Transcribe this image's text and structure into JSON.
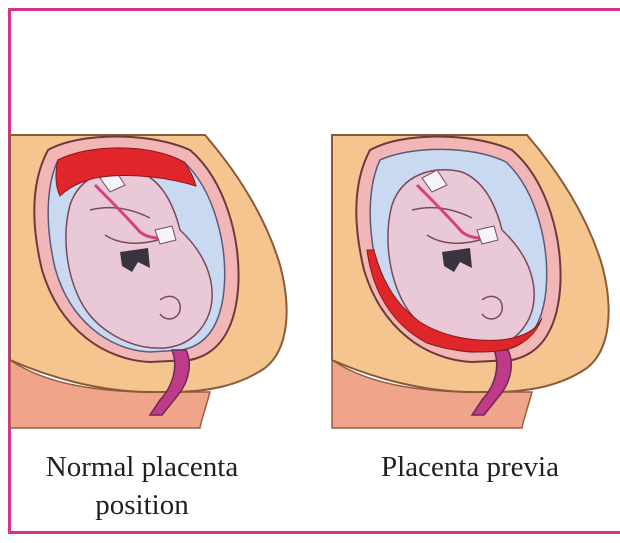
{
  "figure": {
    "frame_color": "#d6338f",
    "panels": [
      {
        "caption_line1": "Normal placenta",
        "caption_line2": "position",
        "placenta_location": "upper uterine wall (fundus)"
      },
      {
        "caption_line1": "Placenta previa",
        "caption_line2": "",
        "placenta_location": "lower uterine segment over cervix"
      }
    ],
    "colors": {
      "body": "#f4c58e",
      "body_outline": "#8a5a3a",
      "uterus_wall": "#f3b6b6",
      "amniotic_fluid": "#c9d9f2",
      "placenta": "#e0262b",
      "fetus": "#e9c9d8",
      "cervix": "#c03a8a",
      "leg": "#f0a58a"
    }
  }
}
